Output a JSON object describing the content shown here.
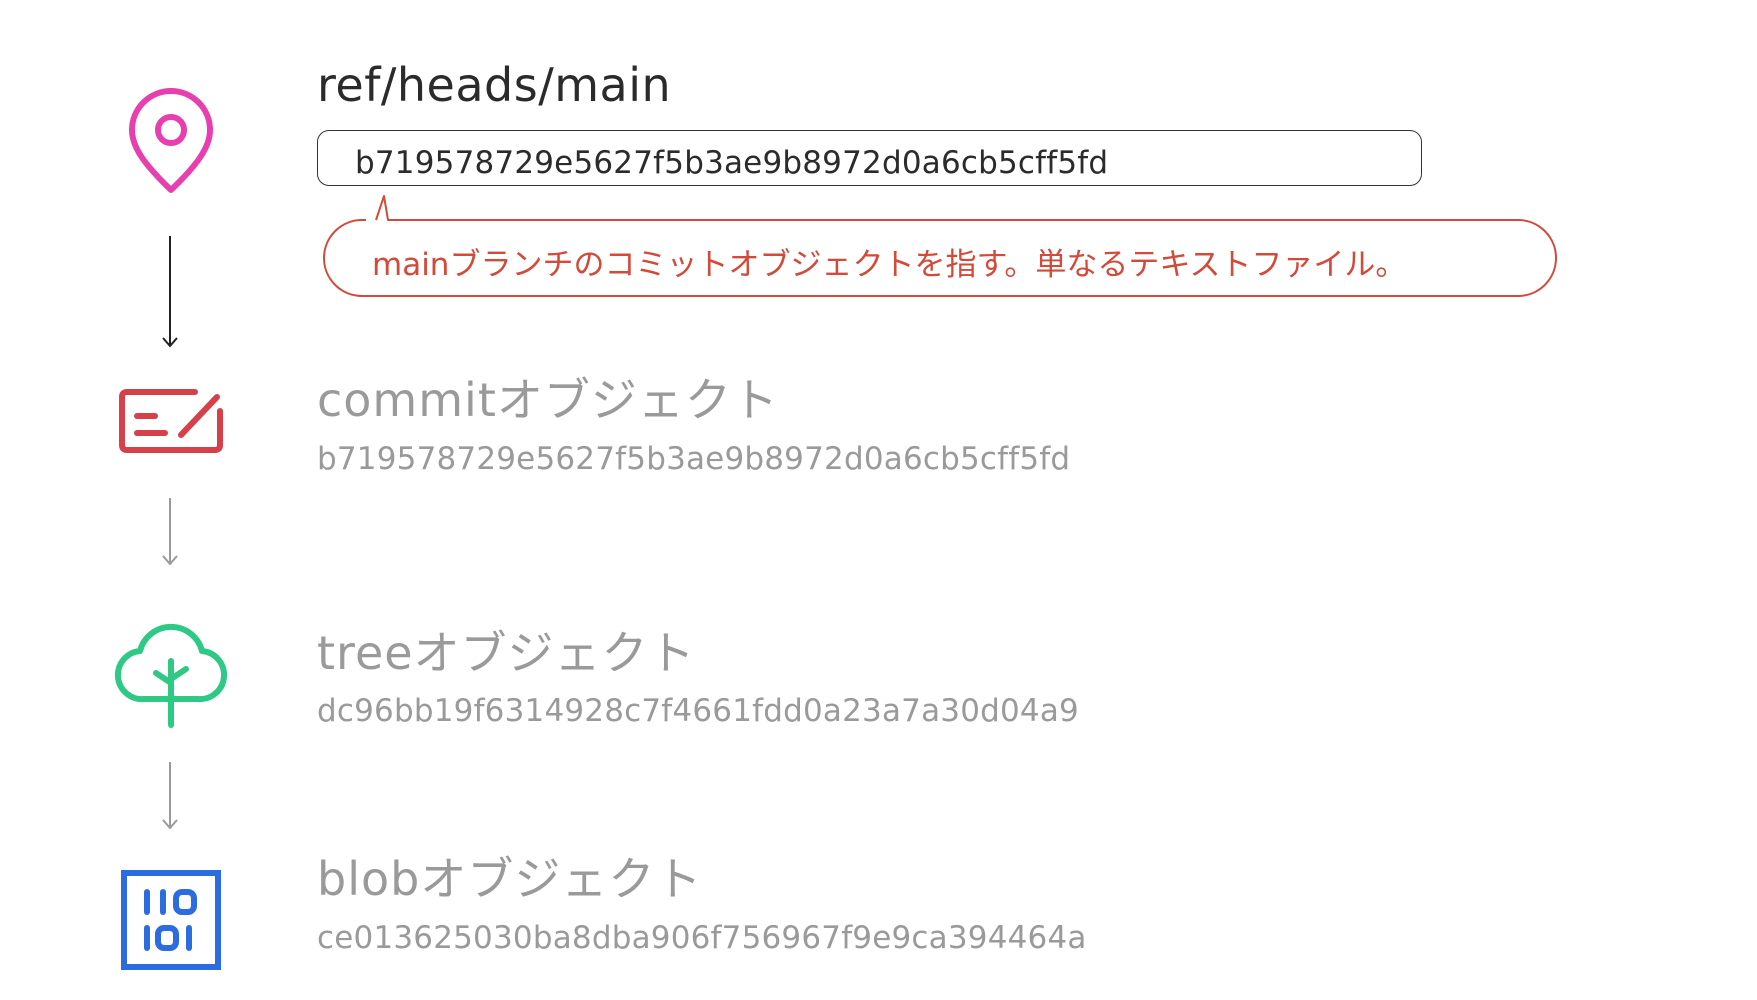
{
  "ref": {
    "title": "ref/heads/main",
    "hash": "b719578729e5627f5b3ae9b8972d0a6cb5cff5fd",
    "callout": "mainブランチのコミットオブジェクトを指す。単なるテキストファイル。"
  },
  "objects": {
    "commit": {
      "title": "commitオブジェクト",
      "hash": "b719578729e5627f5b3ae9b8972d0a6cb5cff5fd"
    },
    "tree": {
      "title": "treeオブジェクト",
      "hash": "dc96bb19f6314928c7f4661fdd0a23a7a30d04a9"
    },
    "blob": {
      "title": "blobオブジェクト",
      "hash": "ce013625030ba8dba906f756967f9e9ca394464a"
    }
  },
  "icons": {
    "ref": "location-pin-icon",
    "commit": "commit-card-icon",
    "tree": "tree-icon",
    "blob": "binary-file-icon"
  },
  "colors": {
    "pin": "#e83fb0",
    "commit": "#d6404a",
    "tree": "#2ec985",
    "blob": "#2b6ce0",
    "callout": "#d24a3a",
    "title_active": "#2b2b2b",
    "text_muted": "#9a9a9a"
  }
}
